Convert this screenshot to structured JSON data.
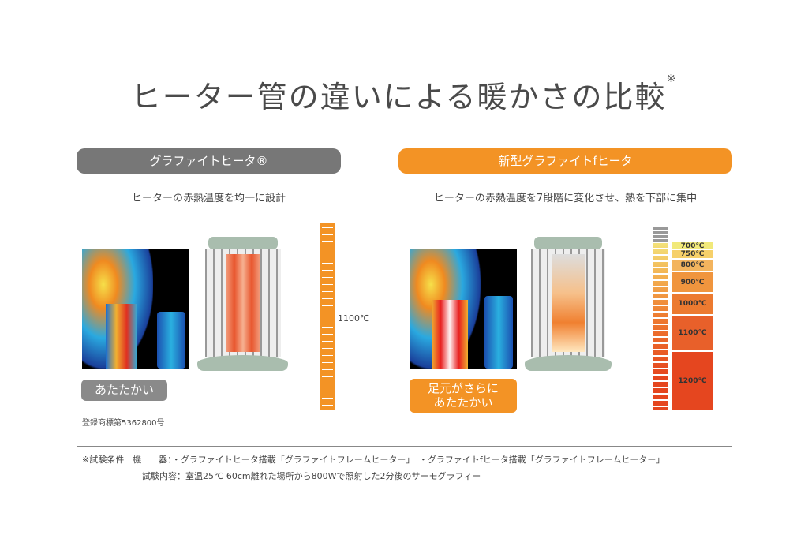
{
  "title": "ヒーター管の違いによる暖かさの比較",
  "title_mark": "※",
  "left": {
    "label": "グラファイトヒータ®",
    "subtitle": "ヒーターの赤熱温度を均一に設計",
    "temp": "1100℃",
    "badge": "あたたかい",
    "trademark": "登録商標第5362800号"
  },
  "right": {
    "label": "新型グラファイトfヒータ",
    "subtitle": "ヒーターの赤熱温度を7段階に変化させ、熱を下部に集中",
    "badge_line1": "足元がさらに",
    "badge_line2": "あたたかい",
    "temps": [
      {
        "label": "700℃",
        "color": "#f1e97a"
      },
      {
        "label": "750℃",
        "color": "#f6d06a"
      },
      {
        "label": "800℃",
        "color": "#f3b45e"
      },
      {
        "label": "900℃",
        "color": "#f0953e"
      },
      {
        "label": "1000℃",
        "color": "#ec7a30"
      },
      {
        "label": "1100℃",
        "color": "#e8602a"
      },
      {
        "label": "1200℃",
        "color": "#e5461f"
      }
    ]
  },
  "footer": {
    "line1": "※試験条件　機　　器：・グラファイトヒータ搭載「グラファイトフレームヒーター」　・グラファイトfヒータ搭載「グラファイトフレームヒーター」",
    "line2": "試験内容：室温25℃ 60cm離れた場所から800Wで照射した2分後のサーモグラフィー"
  },
  "colors": {
    "gray": "#777777",
    "orange": "#f39325"
  }
}
